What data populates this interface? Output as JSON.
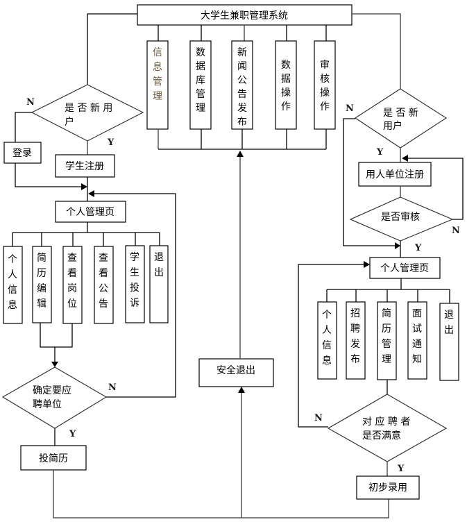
{
  "title": "大学生兼职管理系统",
  "top_modules": [
    {
      "label": "信息管理"
    },
    {
      "label": "数据库管理"
    },
    {
      "label": "新闻公告发布"
    },
    {
      "label": "数据操作"
    },
    {
      "label": "审核操作"
    }
  ],
  "student": {
    "new_user_question": "是否新用户",
    "login": "登录",
    "register": "学生注册",
    "personal_page": "个人管理页",
    "menu": [
      {
        "label": "个人信息"
      },
      {
        "label": "简历编辑"
      },
      {
        "label": "查看岗位"
      },
      {
        "label": "查看公告"
      },
      {
        "label": "学生投诉"
      },
      {
        "label": "退出"
      }
    ],
    "confirm_question_line1": "确定要应",
    "confirm_question_line2": "聘单位",
    "submit_resume": "投简历"
  },
  "employer": {
    "new_user_question_line1": "是 否 新",
    "new_user_question_line2": "用户",
    "register": "用人单位注册",
    "audit_question": "是否审核",
    "personal_page": "个人管理页",
    "menu": [
      {
        "label": "个人信息"
      },
      {
        "label": "招聘发布"
      },
      {
        "label": "简历管理"
      },
      {
        "label": "面试通知"
      },
      {
        "label": "退出"
      }
    ],
    "satisfied_question_line1": "对 应 聘 者",
    "satisfied_question_line2": "是否满意",
    "hire": "初步录用"
  },
  "safe_exit": "安全退出",
  "branch_labels": {
    "yes": "Y",
    "no": "N"
  }
}
